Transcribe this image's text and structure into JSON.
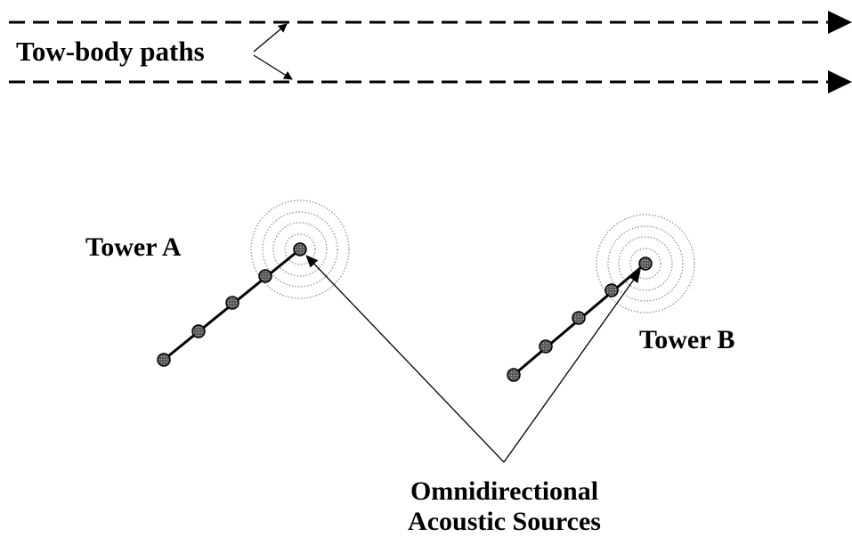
{
  "labels": {
    "tow_body_paths": "Tow-body paths",
    "tower_a": "Tower A",
    "tower_b": "Tower B",
    "sources_line1": "Omnidirectional",
    "sources_line2": "Acoustic Sources"
  },
  "towers": [
    {
      "id": "tower-a",
      "sensor_count": 5,
      "has_source_at_top": true
    },
    {
      "id": "tower-b",
      "sensor_count": 5,
      "has_source_at_top": true
    }
  ],
  "paths": {
    "count": 2,
    "style": "dashed",
    "direction": "right"
  },
  "colors": {
    "ink": "#000000",
    "node_fill": "#7a7a7a",
    "ripple": "#8a8a8a",
    "background": "#ffffff"
  }
}
